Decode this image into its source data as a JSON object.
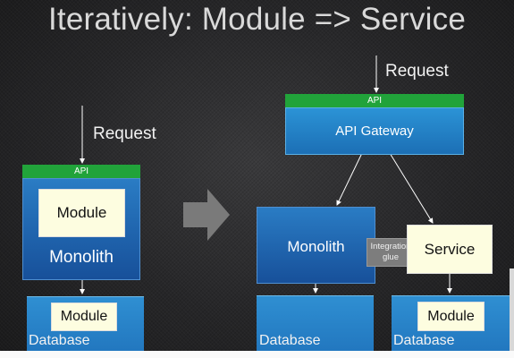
{
  "title": "Iteratively: Module => Service",
  "left": {
    "request": "Request",
    "api": "API",
    "module": "Module",
    "monolith": "Monolith",
    "db_module": "Module",
    "database": "Database"
  },
  "right": {
    "request": "Request",
    "api": "API",
    "gateway": "API Gateway",
    "monolith": "Monolith",
    "glue_line1": "Integration",
    "glue_line2": "glue",
    "service": "Service",
    "database1": "Database",
    "db_module": "Module",
    "database2": "Database"
  },
  "colors": {
    "api_green": "#21a33a",
    "box_blue": "#2b93d6",
    "cream": "#fdfde0",
    "arrow_gray": "#888888"
  },
  "icons": {
    "transition": "right-arrow-icon"
  }
}
